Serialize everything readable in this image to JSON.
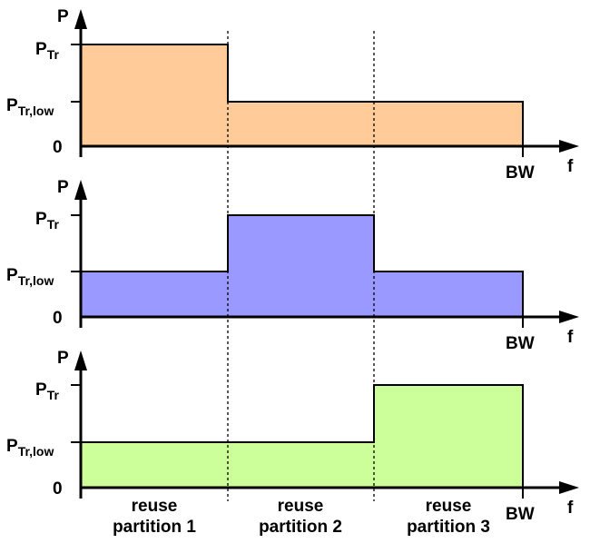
{
  "labels": {
    "axis_p": "P",
    "axis_f": "f",
    "p_tr_main": "P",
    "p_tr_sub": "Tr",
    "p_low_main": "P",
    "p_low_sub": "Tr,low",
    "zero": "0",
    "bw": "BW"
  },
  "partitions": [
    {
      "line1": "reuse",
      "line2": "partition 1"
    },
    {
      "line1": "reuse",
      "line2": "partition 2"
    },
    {
      "line1": "reuse",
      "line2": "partition 3"
    }
  ],
  "colors": {
    "panel_1": "#ffcc99",
    "panel_2": "#9999ff",
    "panel_3": "#ccff99"
  },
  "panels": [
    {
      "levels": [
        "high",
        "low",
        "low"
      ]
    },
    {
      "levels": [
        "low",
        "high",
        "low"
      ]
    },
    {
      "levels": [
        "low",
        "low",
        "high"
      ]
    }
  ]
}
